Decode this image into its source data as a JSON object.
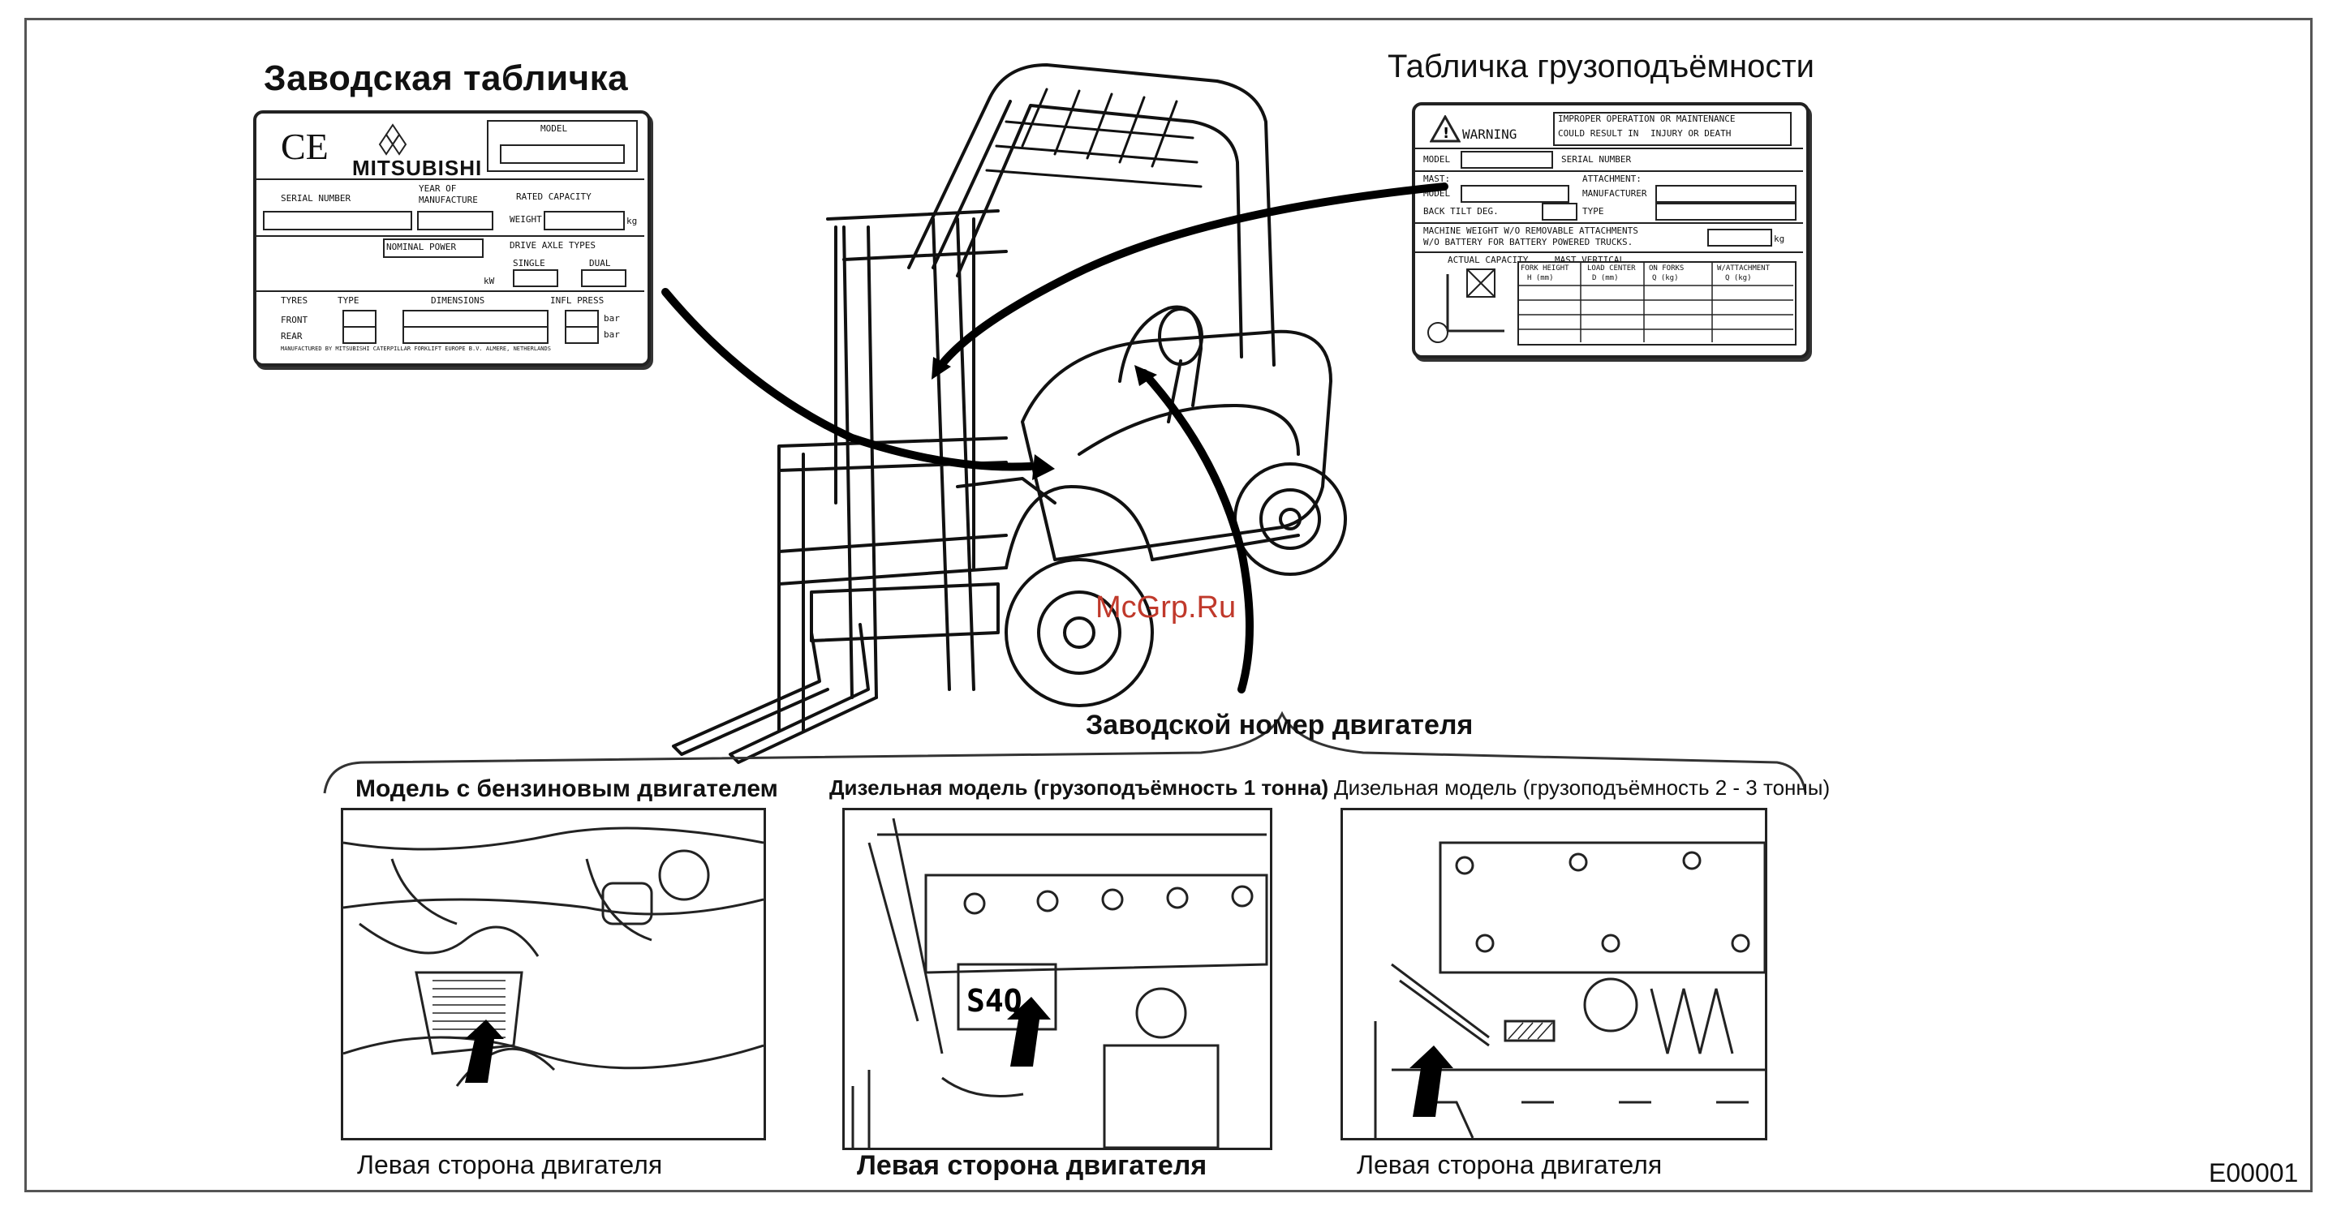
{
  "titles": {
    "factory_plate": "Заводская табличка",
    "capacity_plate": "Табличка грузоподъёмности",
    "engine_number": "Заводской номер двигателя",
    "watermark": "McGrp.Ru",
    "code": "E00001"
  },
  "captions": {
    "petrol": "Модель с бензиновым двигателем",
    "diesel_1t": "Дизельная модель (грузоподъёмность 1 тонна)",
    "diesel_2_3t": "Дизельная модель (грузоподъёмность 2 - 3 тонны)"
  },
  "engine_side": {
    "left": "Левая сторона двигателя",
    "middle": "Левая сторона двигателя",
    "right": "Левая сторона двигателя"
  },
  "factory_plate": {
    "ce": "CE",
    "brand": "MITSUBISHI",
    "model": "MODEL",
    "serial_number": "SERIAL NUMBER",
    "year": "YEAR OF",
    "manufacture": "MANUFACTURE",
    "rated_capacity": "RATED CAPACITY",
    "weight": "WEIGHT",
    "kg": "kg",
    "nominal_power": "NOMINAL POWER",
    "kw": "kW",
    "drive_axle": "DRIVE AXLE TYPES",
    "single": "SINGLE",
    "dual": "DUAL",
    "tyres": "TYRES",
    "type": "TYPE",
    "dimensions": "DIMENSIONS",
    "infl_press": "INFL PRESS",
    "front": "FRONT",
    "rear": "REAR",
    "bar": "bar",
    "footer": "MANUFACTURED BY MITSUBISHI CATERPILLAR FORKLIFT EUROPE B.V. ALMERE, NETHERLANDS"
  },
  "capacity_plate": {
    "warning": "WARNING",
    "improper": "IMPROPER OPERATION OR MAINTENANCE",
    "could": "COULD RESULT IN",
    "injury": "INJURY OR DEATH",
    "model": "MODEL",
    "serial_number": "SERIAL NUMBER",
    "mast": "MAST:",
    "mast_model": "MODEL",
    "attachment": "ATTACHMENT:",
    "manufacturer": "MANUFACTURER",
    "back_tilt": "BACK TILT DEG.",
    "type": "TYPE",
    "machine_weight": "MACHINE WEIGHT W/O REMOVABLE ATTACHMENTS",
    "battery": "W/O BATTERY FOR BATTERY POWERED TRUCKS.",
    "kg": "kg",
    "actual_capacity": "ACTUAL CAPACITY",
    "mast_vertical": "MAST VERTICAL",
    "fork_height": "FORK HEIGHT",
    "h_mm": "H (mm)",
    "load_center": "LOAD CENTER",
    "d_mm": "D (mm)",
    "on_forks": "ON FORKS",
    "q_kg": "Q (kg)",
    "w_attachment": "W/ATTACHMENT",
    "q_kg2": "Q (kg)"
  }
}
